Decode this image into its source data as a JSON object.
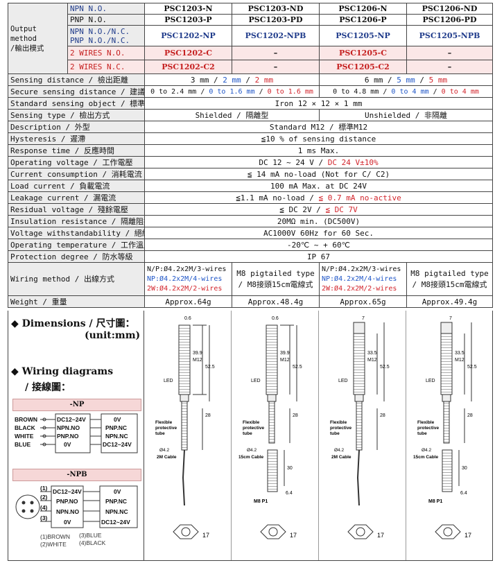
{
  "output_method": {
    "label": "Output method\n/輸出模式",
    "rows": [
      {
        "type": "NPN N.O.",
        "cells": [
          "PSC1203-N",
          "PSC1203-ND",
          "PSC1206-N",
          "PSC1206-ND"
        ]
      },
      {
        "type": "PNP N.O.",
        "cells": [
          "PSC1203-P",
          "PSC1203-PD",
          "PSC1206-P",
          "PSC1206-PD"
        ]
      },
      {
        "type": "NPN N.O./N.C.",
        "type2": "PNP N.O./N.C.",
        "cells": [
          "PSC1202-NP",
          "PSC1202-NPB",
          "PSC1205-NP",
          "PSC1205-NPB"
        ]
      },
      {
        "type": "2 WIRES N.O.",
        "cells": [
          "PSC1202-C",
          "–",
          "PSC1205-C",
          "–"
        ]
      },
      {
        "type": "2 WIRES N.C.",
        "cells": [
          "PSC1202-C2",
          "–",
          "PSC1205-C2",
          "–"
        ]
      }
    ]
  },
  "specs": {
    "sensing_distance": {
      "label": "Sensing distance / 檢出距離",
      "left": {
        "a": "3 mm / ",
        "b": "2 mm",
        "c": " / ",
        "d": "2 mm"
      },
      "right": {
        "a": "6 mm / ",
        "b": "5 mm",
        "c": " / ",
        "d": "5 mm"
      }
    },
    "secure_distance": {
      "label": "Secure sensing distance / 建議距離",
      "left": {
        "a": "0 to 2.4 mm / ",
        "b": "0 to 1.6 mm",
        "c": " / ",
        "d": "0 to 1.6 mm"
      },
      "right": {
        "a": "0 to 4.8 mm / ",
        "b": "0 to 4 mm",
        "c": " / ",
        "d": "0 to 4 mm"
      }
    },
    "standard_object": {
      "label": "Standard sensing object / 標準檢測物",
      "value": "Iron 12 × 12 × 1 mm"
    },
    "sensing_type": {
      "label": "Sensing type / 檢出方式",
      "left": "Shielded / 隔離型",
      "right": "Unshielded / 非隔離"
    },
    "description": {
      "label": "Description / 外型",
      "value": "Standard M12 / 標準M12"
    },
    "hysteresis": {
      "label": "Hysteresis / 遲滯",
      "value": "≦10 % of sensing distance"
    },
    "response": {
      "label": "Response time / 反應時間",
      "value": "1 ms Max."
    },
    "voltage": {
      "label": "Operating voltage / 工作電壓",
      "a": "DC 12 ~ 24 V / ",
      "b": "DC 24 V±10%"
    },
    "current": {
      "label": "Current consumption / 消耗電流",
      "value": "≦ 14 mA no-load  (Not for C/ C2)"
    },
    "load": {
      "label": "Load current / 負載電流",
      "value": "100 mA Max. at DC 24V"
    },
    "leakage": {
      "label": "Leakage current / 漏電流",
      "a": "≦1.1 mA no-load / ",
      "b": "≦ 0.7 mA no-active"
    },
    "residual": {
      "label": "Residual voltage / 殘餘電壓",
      "a": "≦ DC 2V / ",
      "b": "≦ DC 7V"
    },
    "insulation": {
      "label": "Insulation resistance / 隔離阻抗",
      "value": "20MΩ min.  (DC500V)"
    },
    "withstand": {
      "label": "Voltage withstandability / 絕緣耐壓",
      "value": "AC1000V 60Hz for  60 Sec."
    },
    "temperature": {
      "label": "Operating temperature / 工作溫度",
      "value": "-20℃ ~ + 60℃"
    },
    "protection": {
      "label": "Protection degree / 防水等級",
      "value": "IP 67"
    },
    "wiring": {
      "label": "Wiring method / 出線方式",
      "cable": {
        "l1": "N/P:Ø4.2x2M/3-wires",
        "l2": "NP:Ø4.2x2M/4-wires",
        "l3": "2W:Ø4.2x2M/2-wires"
      },
      "pigtail": {
        "l1": "M8 pigtailed type",
        "l2": "/ M8接頭15cm電線式"
      }
    },
    "weight": {
      "label": "Weight / 重量",
      "cells": [
        "Approx.64g",
        "Approx.48.4g",
        "Approx.65g",
        "Approx.49.4g"
      ]
    }
  },
  "sections": {
    "dimensions": "◆ Dimensions / 尺寸圖：",
    "unit": "(unit:mm)",
    "wiring": "◆ Wiring diagrams",
    "wiring2": "/ 接線圖："
  },
  "np_diagram": {
    "title": "-NP",
    "left": [
      "BROWN",
      "BLACK",
      "WHITE",
      "BLUE"
    ],
    "mid": [
      "DC12~24V",
      "NPN.NO",
      "PNP.NO",
      "0V"
    ],
    "right": [
      "0V",
      "PNP.NC",
      "NPN.NC",
      "DC12~24V"
    ]
  },
  "npb_diagram": {
    "title": "-NPB",
    "pins": [
      "(1)",
      "(2)",
      "(4)",
      "(3)"
    ],
    "mid": [
      "DC12~24V",
      "PNP.NO",
      "NPN.NO",
      "0V"
    ],
    "right": [
      "0V",
      "PNP.NC",
      "NPN.NC",
      "DC12~24V"
    ],
    "legend": [
      "(1)BROWN",
      "(3)BLUE",
      "(2)WHITE",
      "(4)BLACK"
    ]
  },
  "drawings": {
    "d1": {
      "top": "0.6",
      "len": "39.9",
      "thread": "M12",
      "total": "52.5",
      "led": "LED",
      "tube_len": "28",
      "flex": [
        "Flexible",
        "protective",
        "tube"
      ],
      "cable": [
        "Ø4.2",
        "2M Cable"
      ],
      "nut": "17"
    },
    "d2": {
      "top": "0.6",
      "len": "39.9",
      "thread": "M12",
      "total": "52.5",
      "led": "LED",
      "tube_len": "28",
      "flex": [
        "Flexible",
        "protective",
        "tube"
      ],
      "cable": [
        "Ø4.2",
        "15cm Cable"
      ],
      "plug": "30",
      "plugw": "6.4",
      "m8": "M8 P1",
      "nut": "17"
    },
    "d3": {
      "top": "7",
      "len": "33.5",
      "thread": "M12",
      "total": "52.5",
      "led": "LED",
      "tube_len": "28",
      "flex": [
        "Flexible",
        "protective",
        "tube"
      ],
      "cable": [
        "Ø4.2",
        "2M Cable"
      ],
      "nut": "17"
    },
    "d4": {
      "top": "7",
      "len": "33.5",
      "thread": "M12",
      "total": "52.5",
      "led": "LED",
      "tube_len": "28",
      "flex": [
        "Flexible",
        "protective",
        "tube"
      ],
      "cable": [
        "Ø4.2",
        "15cm Cable"
      ],
      "plug": "30",
      "plugw": "6.4",
      "m8": "M8 P1",
      "nut": "17"
    }
  }
}
